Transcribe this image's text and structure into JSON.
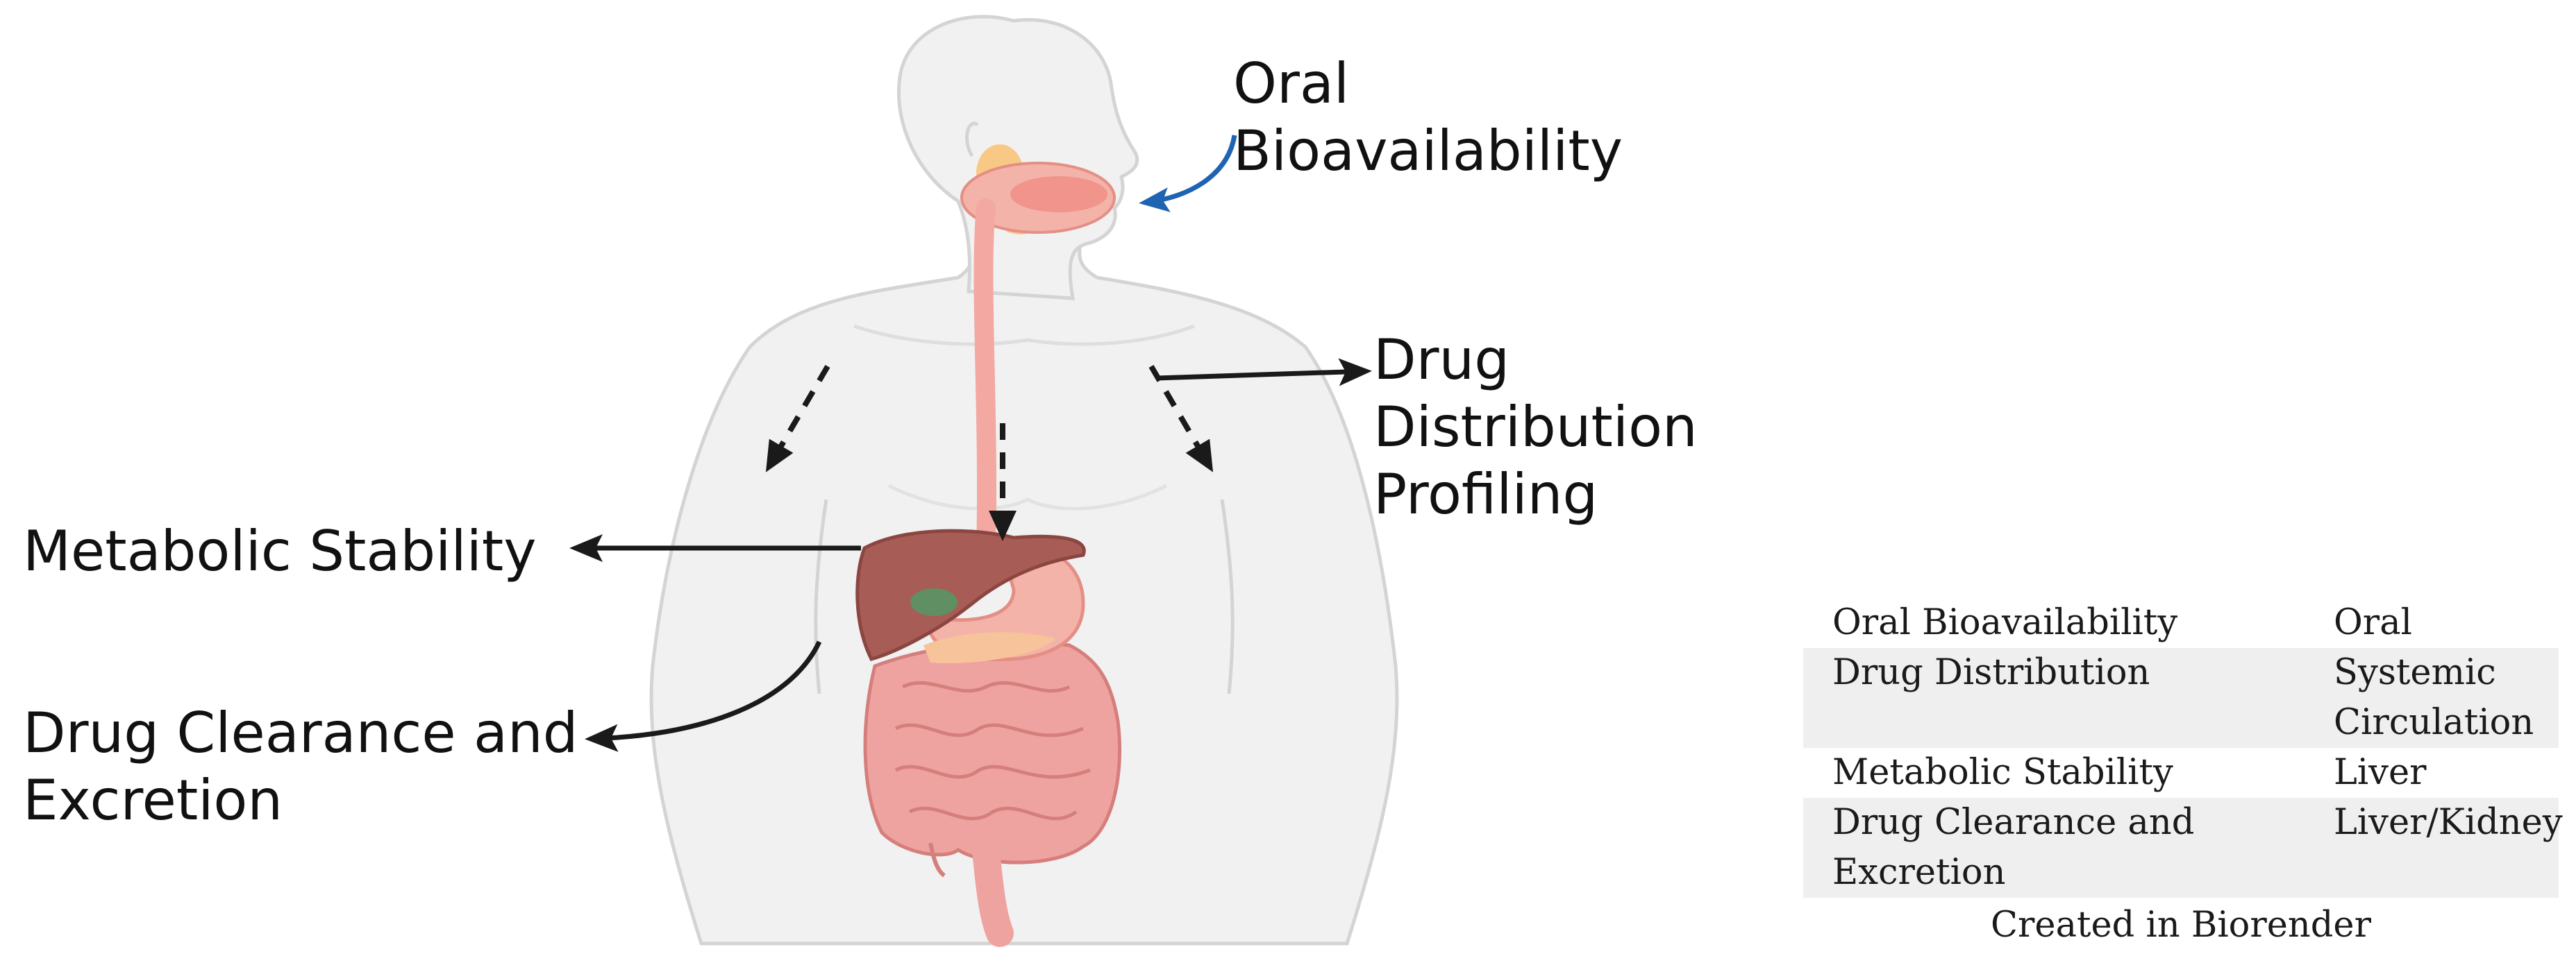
{
  "labels": {
    "oral_bioavailability": [
      "Oral",
      "Bioavailability"
    ],
    "drug_distribution_profiling": [
      "Drug",
      "Distribution",
      "Profiling"
    ],
    "metabolic_stability": "Metabolic Stability",
    "drug_clearance_excretion": [
      "Drug Clearance and",
      "Excretion"
    ]
  },
  "summary_table": {
    "rows": [
      {
        "process": [
          "Oral Bioavailability"
        ],
        "site": [
          "Oral"
        ],
        "shaded": false
      },
      {
        "process": [
          "Drug Distribution"
        ],
        "site": [
          "Systemic",
          "Circulation"
        ],
        "shaded": true
      },
      {
        "process": [
          "Metabolic Stability"
        ],
        "site": [
          "Liver"
        ],
        "shaded": false
      },
      {
        "process": [
          "Drug Clearance and",
          "Excretion"
        ],
        "site": [
          "Liver/Kidney"
        ],
        "shaded": true
      }
    ],
    "caption": "Created in Biorender"
  },
  "colors": {
    "body_fill": "#f1f1f1",
    "body_outline": "#d4d4d4",
    "esophagus": "#f3a8a2",
    "liver": "#a85c56",
    "stomach": "#f4b3a9",
    "gallbladder": "#5f8f62",
    "pancreas": "#f7c39a",
    "intestine": "#efa3a0",
    "salivary_gland": "#f8c984",
    "oral_arrow": "#1f63b3",
    "arrow": "#1a1a1a"
  },
  "icons": {
    "figure": "human-body-digestive-system-icon"
  }
}
